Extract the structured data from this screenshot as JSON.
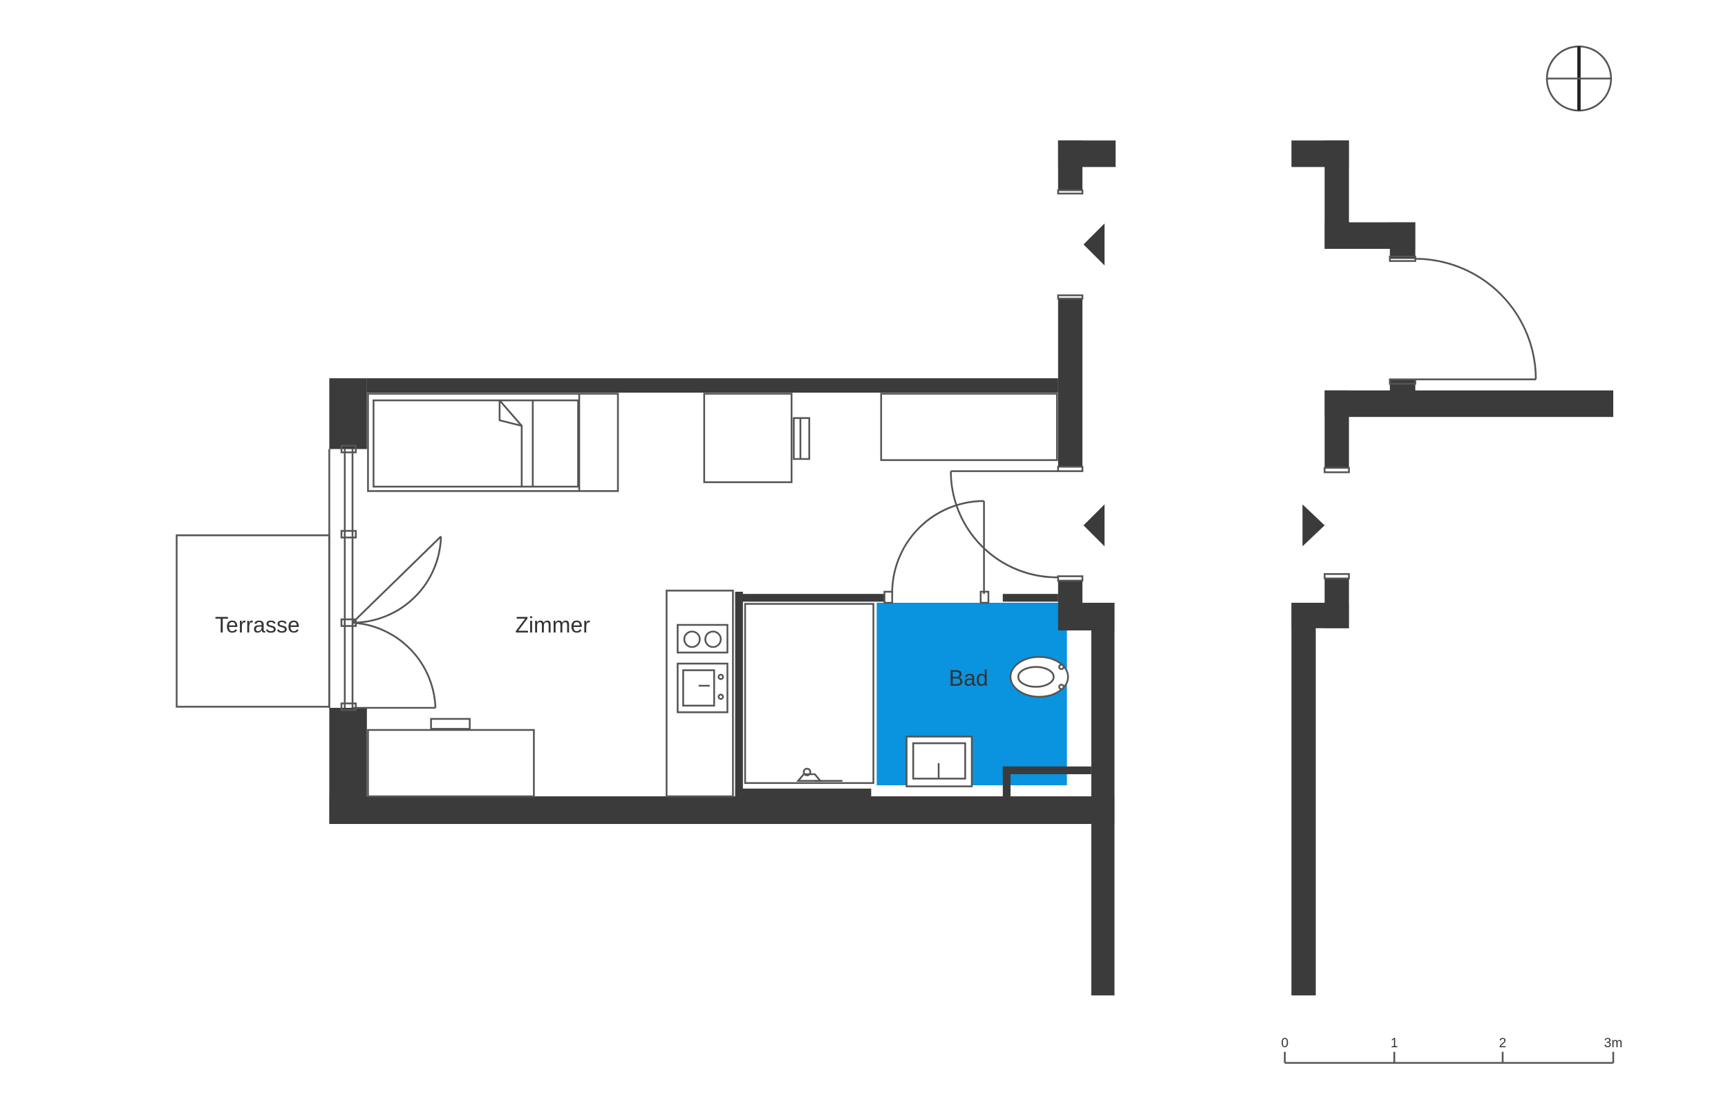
{
  "rooms": {
    "terrasse": "Terrasse",
    "zimmer": "Zimmer",
    "bad": "Bad"
  },
  "scale_bar": {
    "ticks": [
      "0",
      "1",
      "2",
      "3m"
    ]
  },
  "colors": {
    "wall": "#3b3b3b",
    "bathroom": "#0a93de",
    "line": "#555555",
    "background": "#ffffff"
  },
  "icons": [
    "north-arrow-icon",
    "entry-arrow-icon"
  ]
}
